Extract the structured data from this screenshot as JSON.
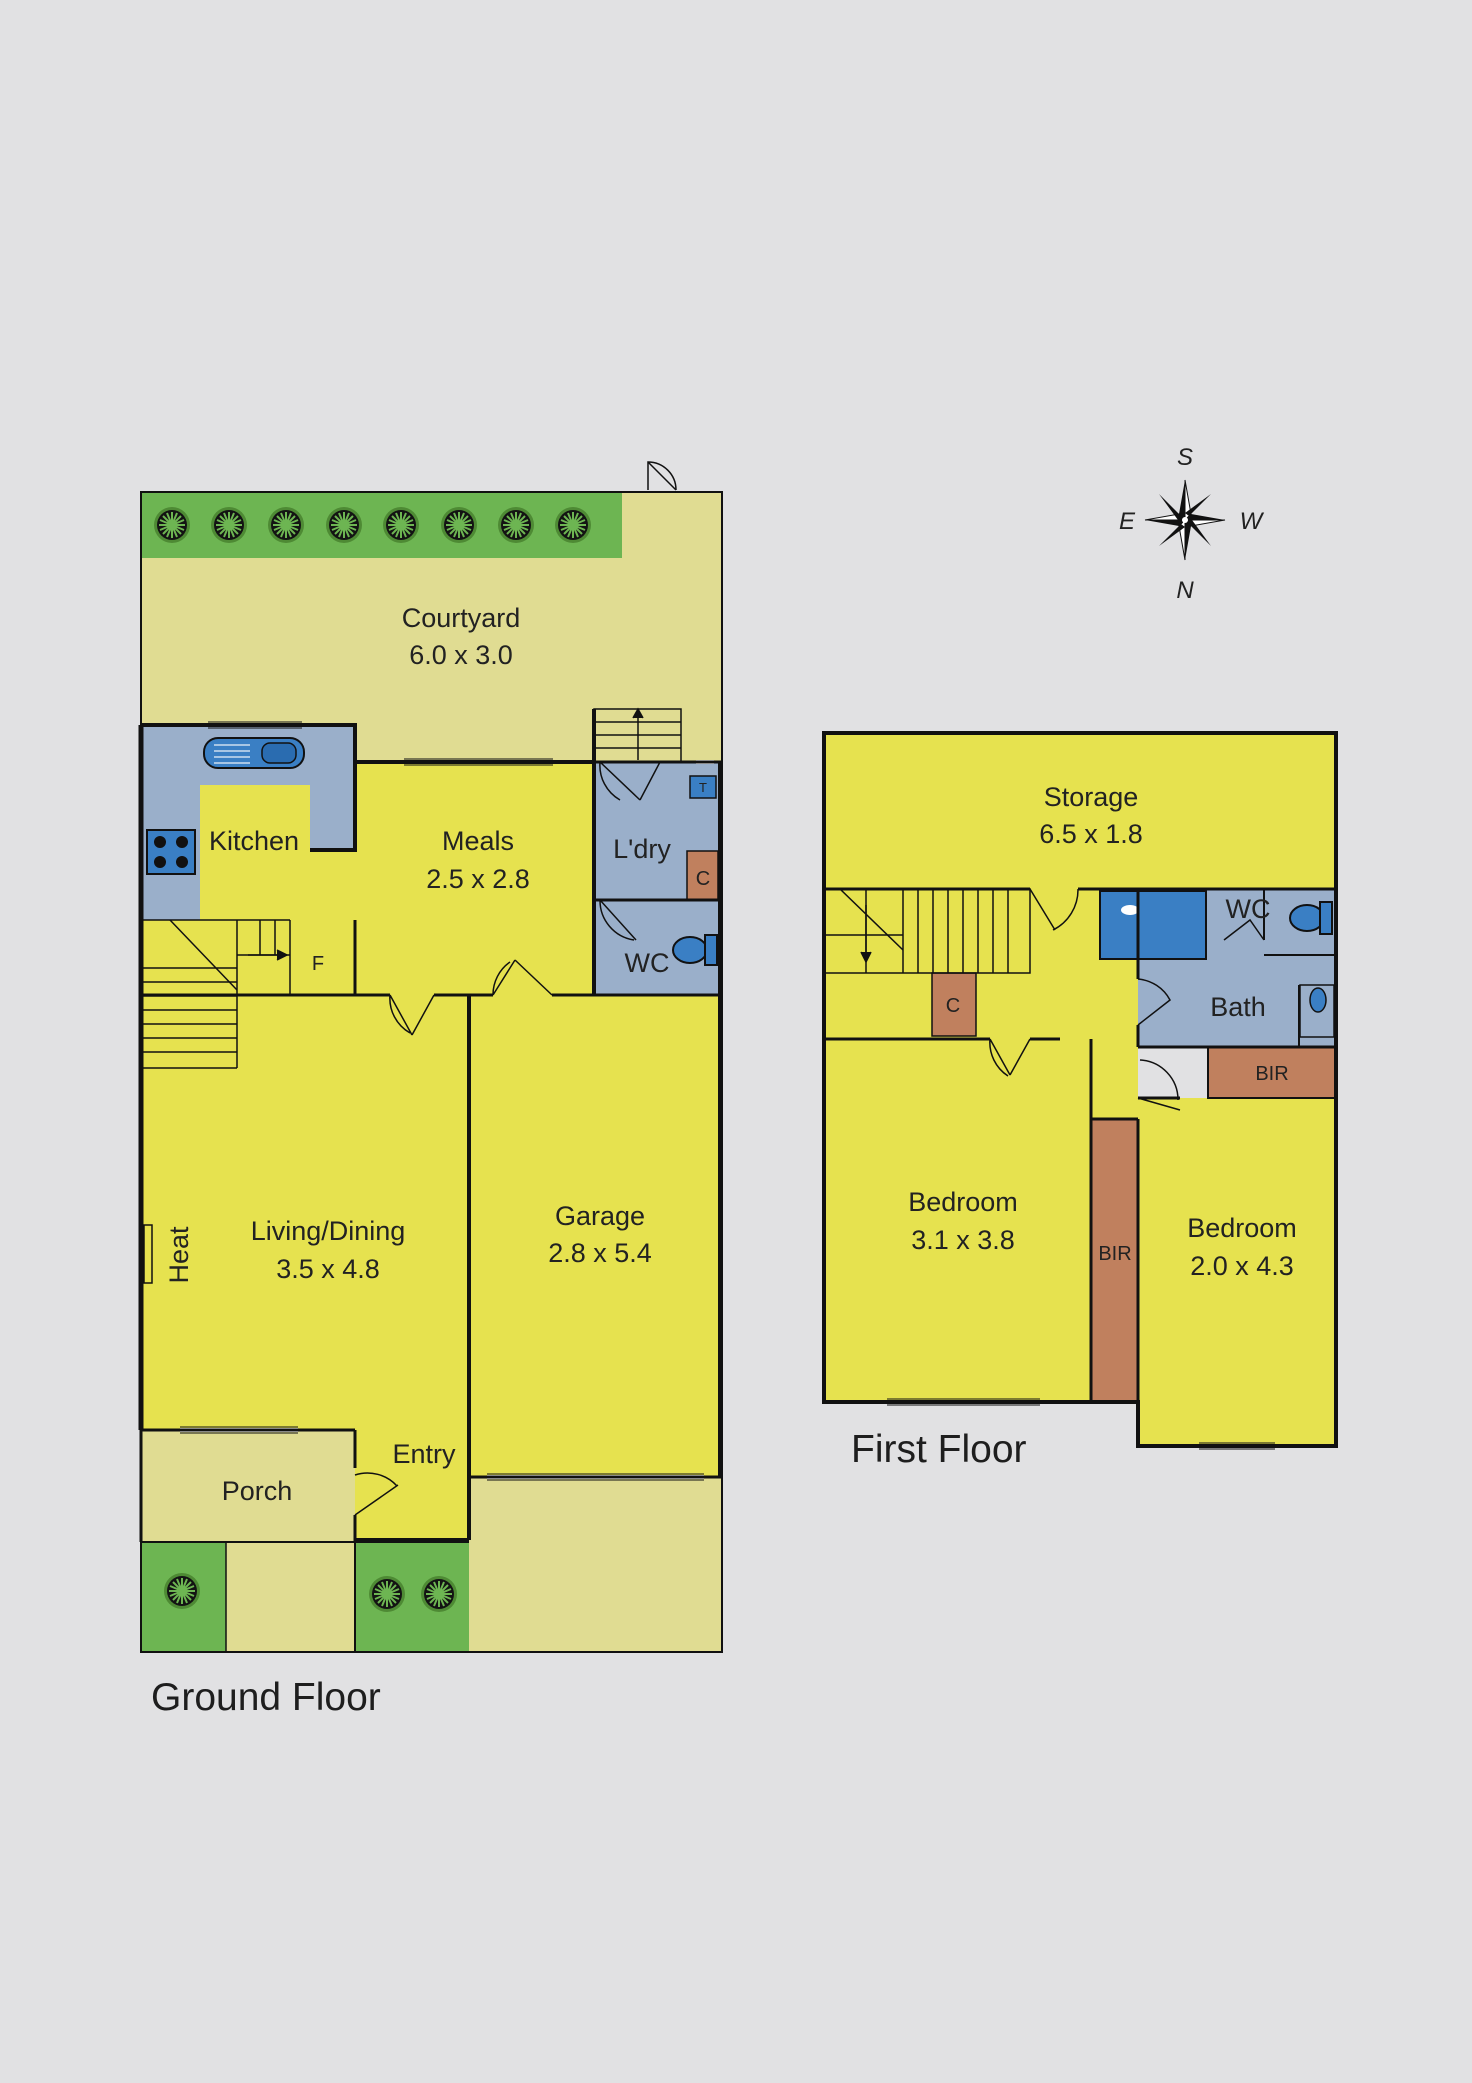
{
  "colors": {
    "background": "#e1e1e3",
    "room_yellow": "#e6e24f",
    "outdoor_beige": "#e0dc92",
    "wet_area_blue": "#9aafca",
    "garden_green": "#6db552",
    "cupboard_brown": "#c0805e",
    "wall": "#111111"
  },
  "compass": {
    "top": "S",
    "left": "E",
    "right": "W",
    "bottom": "N"
  },
  "ground_floor": {
    "title": "Ground Floor",
    "courtyard": {
      "name": "Courtyard",
      "size": "6.0 x 3.0"
    },
    "kitchen": {
      "name": "Kitchen"
    },
    "meals": {
      "name": "Meals",
      "size": "2.5 x 2.8"
    },
    "laundry": {
      "name": "L'dry",
      "cupboard": "C",
      "tub": "T"
    },
    "wc": {
      "name": "WC"
    },
    "fridge": "F",
    "living": {
      "name": "Living/Dining",
      "size": "3.5 x 4.8"
    },
    "heater": "Heat",
    "garage": {
      "name": "Garage",
      "size": "2.8 x 5.4"
    },
    "porch": {
      "name": "Porch"
    },
    "entry": {
      "name": "Entry"
    }
  },
  "first_floor": {
    "title": "First Floor",
    "storage": {
      "name": "Storage",
      "size": "6.5 x 1.8"
    },
    "wc": {
      "name": "WC"
    },
    "bath": {
      "name": "Bath"
    },
    "bir_bath": "BIR",
    "linen": "C",
    "bedroom1": {
      "name": "Bedroom",
      "size": "3.1 x 3.8"
    },
    "bir_middle": "BIR",
    "bedroom2": {
      "name": "Bedroom",
      "size": "2.0 x 4.3"
    }
  }
}
